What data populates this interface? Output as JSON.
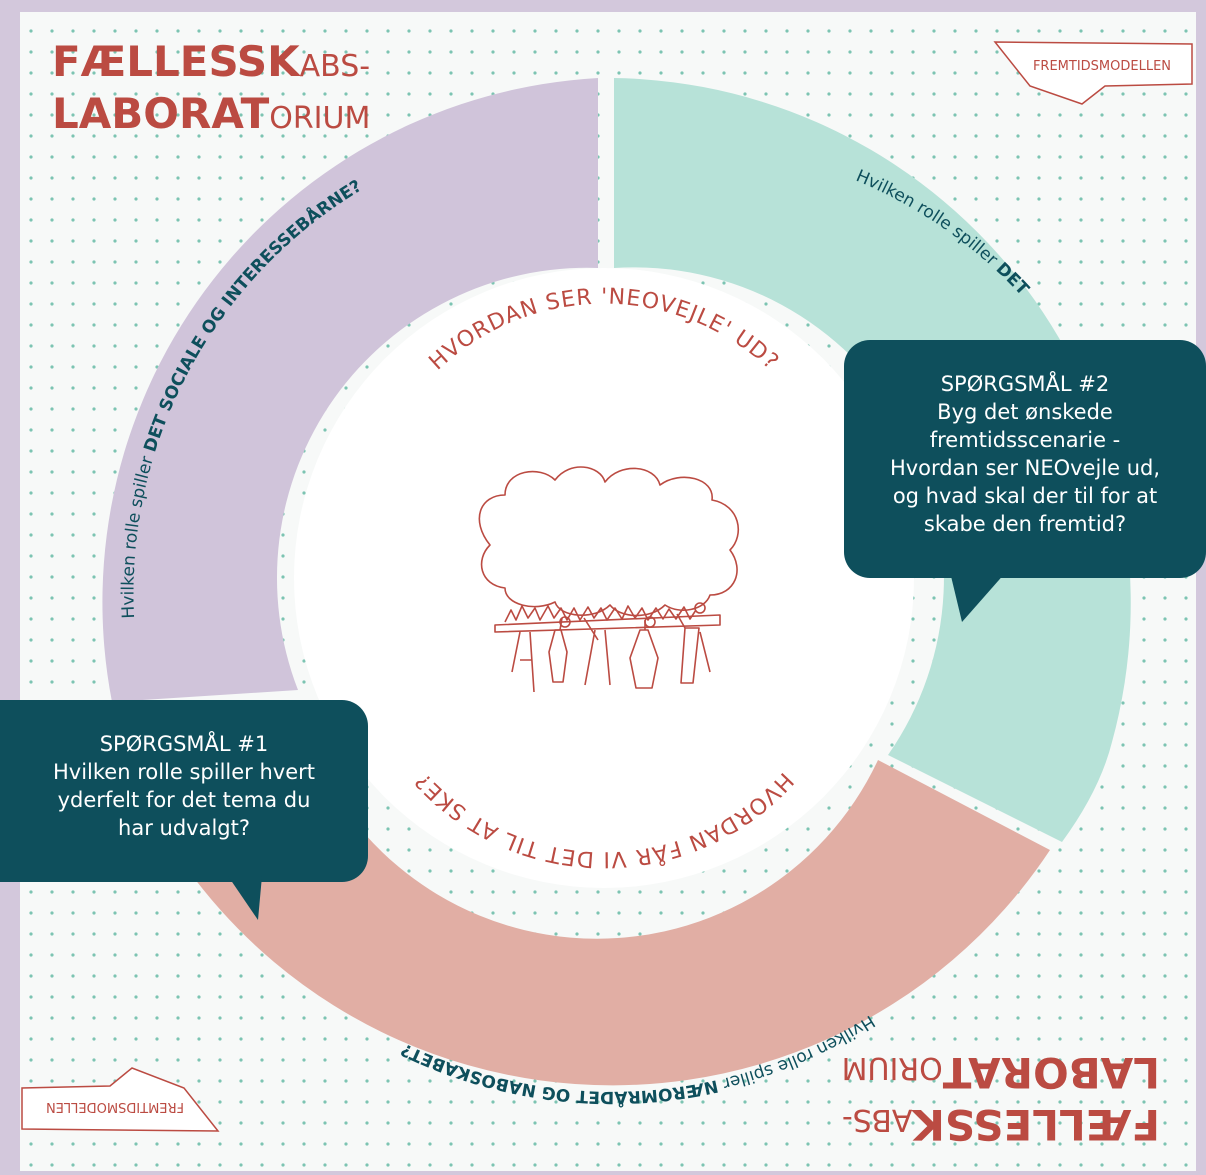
{
  "colors": {
    "frame": "#d3c8dc",
    "paper": "#f7f9f8",
    "dot": "#7cc4b2",
    "purple_segment": "#d0c4da",
    "mint_segment": "#b7e2d8",
    "pink_segment": "#e1aea4",
    "red_text": "#bb4b42",
    "bubble": "#0e4f5c"
  },
  "logo_top": {
    "line1_bold": "FÆLLESSK",
    "line1_light": "ABS-",
    "line2_bold": "LABORAT",
    "line2_light": "ORIUM"
  },
  "logo_bottom": {
    "line1_bold": "FÆLLESSK",
    "line1_light": "ABS-",
    "line2_bold": "LABORAT",
    "line2_light": "ORIUM"
  },
  "tag_top": "FREMTIDSMODELLEN",
  "tag_bottom": "FREMTIDSMODELLEN",
  "ring": {
    "purple_label_a": "Hvilken rolle spiller ",
    "purple_label_b": "DET SOCIALE OG INTERESSEBÅRNE?",
    "mint_label_a": "Hvilken rolle spiller ",
    "mint_label_b": "DET",
    "pink_label_a": "Hvilken rolle spiller ",
    "pink_label_b": "NÆROMRÅDET OG NABOSKABET?"
  },
  "center": {
    "top_question": "HVORDAN SER 'NEOVEJLE' UD?",
    "bottom_question": "HVORDAN FÅR VI DET TIL AT SKE?",
    "illustration": "tree-with-people-illustration"
  },
  "bubble_2": {
    "line1": "SPØRGSMÅL #2",
    "line2": "Byg det ønskede",
    "line3": "fremtidsscenarie -",
    "line4": "Hvordan ser NEOvejle ud,",
    "line5": "og hvad skal der til for at",
    "line6": "skabe den fremtid?"
  },
  "bubble_1": {
    "line1": "SPØRGSMÅL #1",
    "line2": "Hvilken rolle spiller hvert",
    "line3": "yderfelt for det tema du",
    "line4": "har udvalgt?"
  }
}
